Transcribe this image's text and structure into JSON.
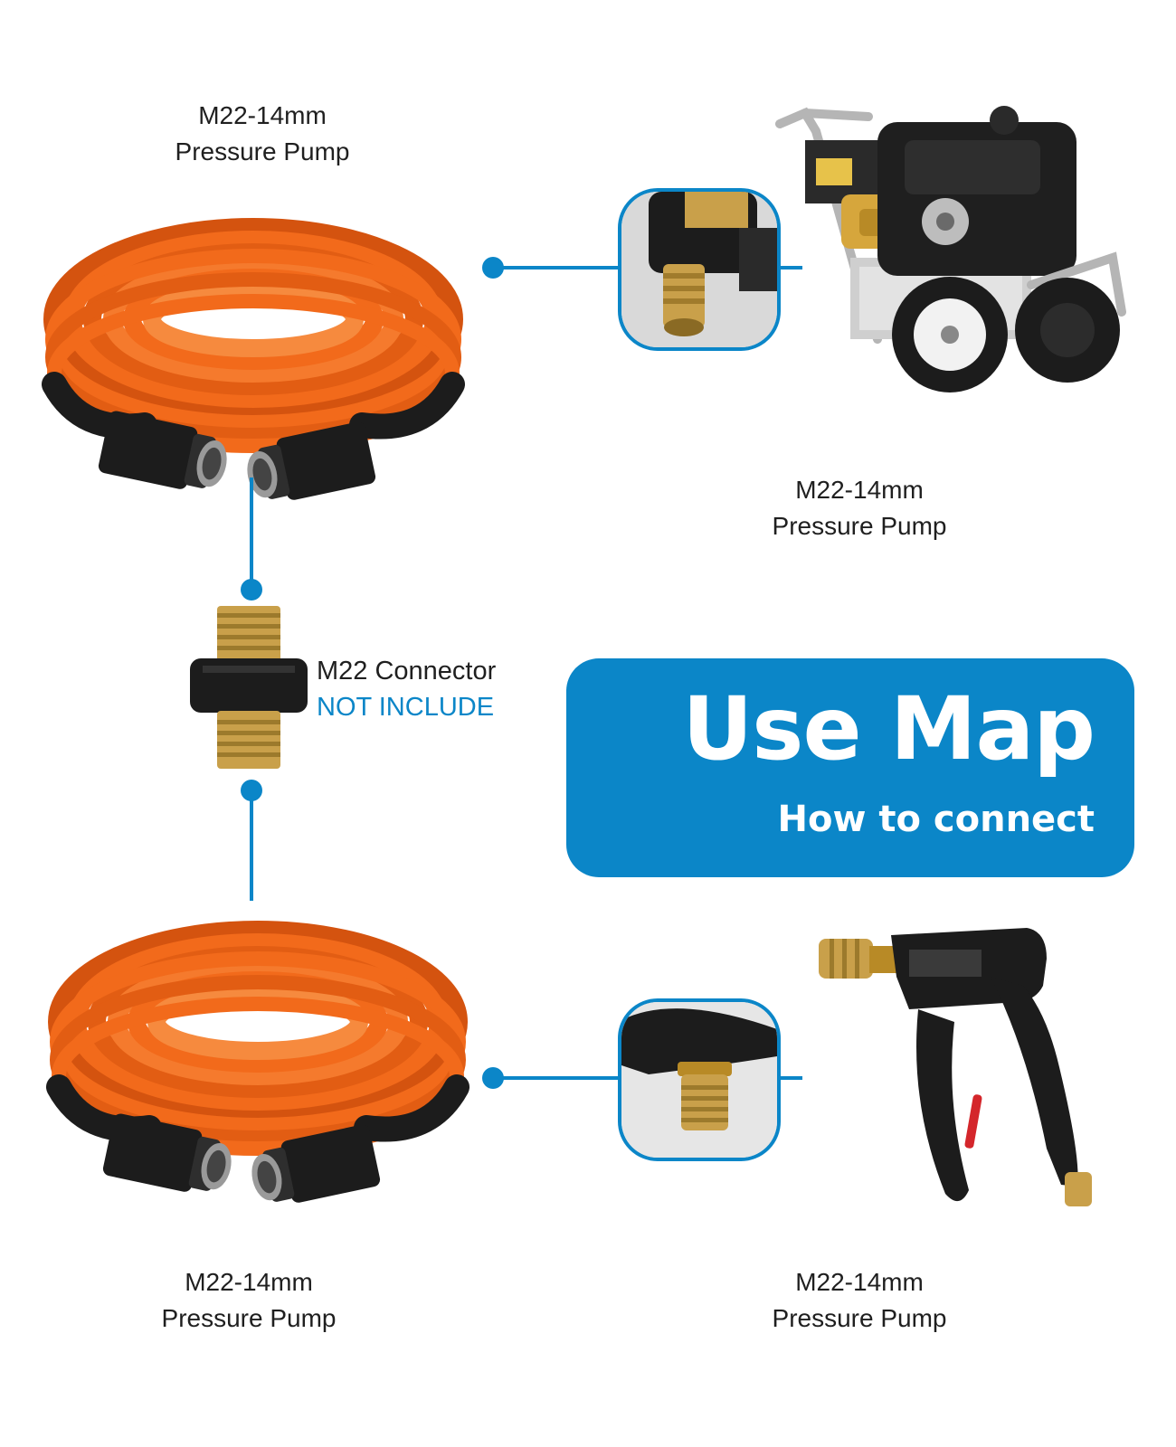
{
  "labels": {
    "hose_top": {
      "line1": "M22-14mm",
      "line2": "Pressure Pump"
    },
    "pump": {
      "line1": "M22-14mm",
      "line2": "Pressure Pump"
    },
    "hose_bottom": {
      "line1": "M22-14mm",
      "line2": "Pressure Pump"
    },
    "gun": {
      "line1": "M22-14mm",
      "line2": "Pressure Pump"
    }
  },
  "connector": {
    "name": "M22 Connector",
    "note": "NOT INCLUDE"
  },
  "banner": {
    "title": "Use Map",
    "subtitle": "How to connect"
  },
  "colors": {
    "accent": "#0b86c8",
    "hose": "#f26a1b",
    "hose_dark": "#d4530f",
    "brass": "#c9a04a",
    "black": "#1c1c1c"
  }
}
